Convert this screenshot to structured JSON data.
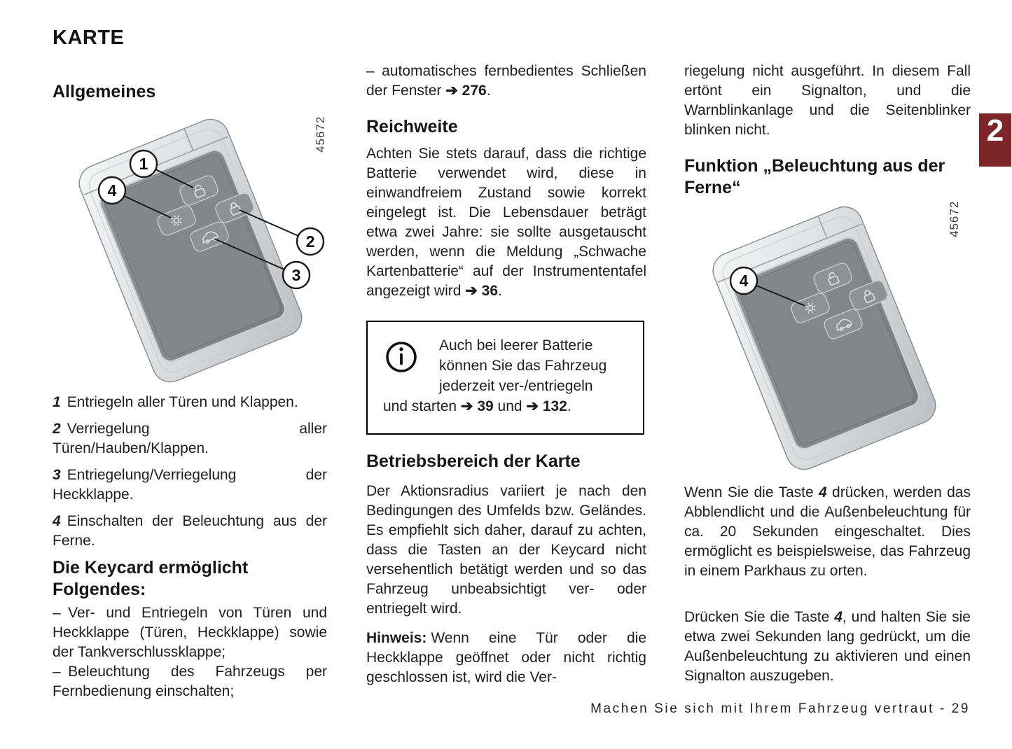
{
  "page": {
    "title": "KARTE",
    "chapter_tab": "2",
    "accent_color": "#7c2629",
    "footer": "Machen Sie sich mit Ihrem Fahrzeug vertraut - 29"
  },
  "left": {
    "heading": "Allgemeines",
    "figure_ref": "45672",
    "callouts": {
      "c1": "1",
      "c2": "2",
      "c3": "3",
      "c4": "4"
    },
    "items": [
      {
        "num": "1",
        "text": "Entriegeln aller Türen und Klappen."
      },
      {
        "num": "2",
        "text": "Verriegelung aller Türen/Hauben/Klappen."
      },
      {
        "num": "3",
        "text": "Entriegelung/Verriegelung der Heckklappe."
      },
      {
        "num": "4",
        "text": "Einschalten der Beleuchtung aus der Ferne."
      }
    ],
    "subheading": "Die Keycard ermöglicht Folgendes:",
    "bullets": [
      "– Ver- und Entriegeln von Türen und Heckklappe (Türen, Heckklappe) sowie der Tankverschlussklappe;",
      "– Beleuchtung des Fahrzeugs per Fernbedienung einschalten;"
    ]
  },
  "middle": {
    "bullet": {
      "pre": "– automatisches fernbedientes Schließen der Fenster ",
      "ref": "➔ 276",
      "post": "."
    },
    "reichweite": {
      "heading": "Reichweite",
      "body_pre": "Achten Sie stets darauf, dass die richtige Batterie verwendet wird, diese in einwandfreiem Zustand sowie korrekt eingelegt ist. Die Lebensdauer beträgt etwa zwei Jahre: sie sollte ausgetauscht werden, wenn die Meldung „Schwache Kartenbatterie“ auf der Instrumententafel angezeigt wird ",
      "ref": "➔ 36",
      "post": "."
    },
    "info_box": {
      "line1": "Auch bei leerer Batterie",
      "line2": "können Sie das Fahrzeug",
      "line3": "jederzeit ver-/entriegeln",
      "line4_pre": "und starten ",
      "ref1": "➔ 39",
      "line4_mid": " und ",
      "ref2": "➔ 132",
      "line4_post": "."
    },
    "betrieb": {
      "heading": "Betriebsbereich der Karte",
      "body": "Der Aktionsradius variiert je nach den Bedingungen des Umfelds bzw. Geländes. Es empfiehlt sich daher, darauf zu achten, dass die Tasten an der Keycard nicht versehentlich betätigt werden und so das Fahrzeug unbeabsichtigt ver- oder entriegelt wird."
    },
    "hinweis": {
      "label": "Hinweis:",
      "body": "Wenn eine Tür oder die Heckklappe geöffnet oder nicht richtig geschlossen ist, wird die Ver-"
    }
  },
  "right": {
    "intro": "riegelung nicht ausgeführt. In diesem Fall ertönt ein Signalton, und die Warnblinkanlage und die Seitenblinker blinken nicht.",
    "heading": "Funktion „Beleuchtung aus der Ferne“",
    "figure_ref": "45672",
    "callout": "4",
    "para1": {
      "pre": "Wenn Sie die Taste ",
      "key": "4",
      "post": " drücken, werden das Abblendlicht und die Außenbeleuchtung für ca. 20 Sekunden eingeschaltet. Dies ermöglicht es beispielsweise, das Fahrzeug in einem Parkhaus zu orten."
    },
    "para2": {
      "pre": "Drücken Sie die Taste ",
      "key": "4",
      "post": ", und halten Sie sie etwa zwei Sekunden lang gedrückt, um die Außenbeleuchtung zu aktivieren und einen Signalton auszugeben."
    }
  }
}
